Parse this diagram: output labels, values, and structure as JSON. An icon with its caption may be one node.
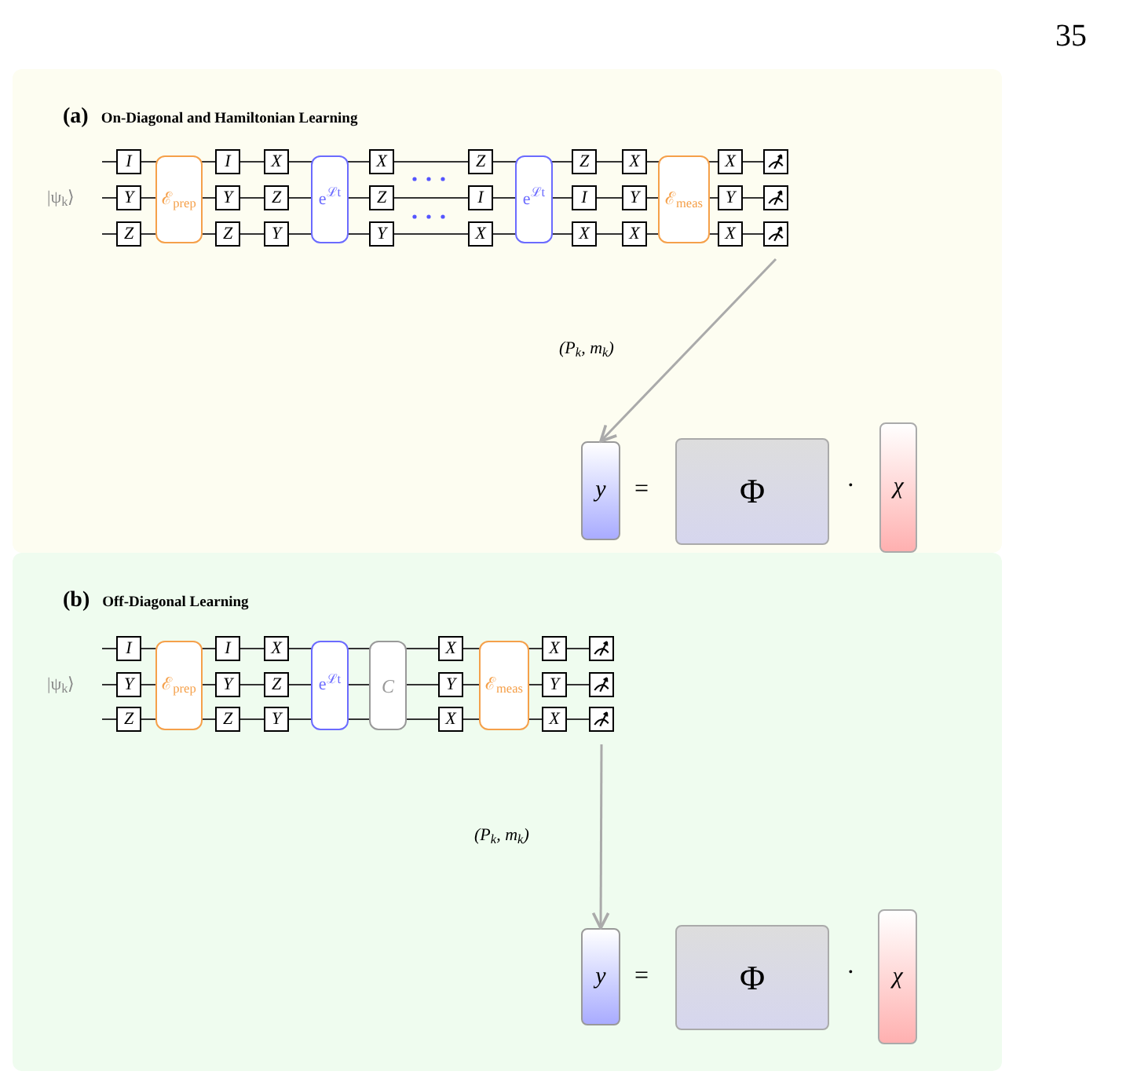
{
  "diagram": {
    "nodes": [
      {
        "text": [
          "(a)",
          "On-Diagonal and Hamiltonian Learning"
        ]
      },
      {
        "text": [
          "I"
        ],
        "in": 0
      },
      {
        "text": [
          "Y"
        ],
        "in": 0
      },
      {
        "text": [
          "Z"
        ],
        "in": 0
      },
      {
        "text": [
          "ℰ$_{prep}$"
        ],
        "in": 0
      },
      {
        "text": [
          "I"
        ],
        "in": 0
      },
      {
        "text": [
          "Y"
        ],
        "in": 0
      },
      {
        "text": [
          "Z"
        ],
        "in": 0
      },
      {
        "text": [
          "X"
        ],
        "in": 0
      },
      {
        "text": [
          "Z"
        ],
        "in": 0
      },
      {
        "text": [
          "Y"
        ],
        "in": 0
      },
      {
        "text": [
          "e$^{ℒt}$"
        ],
        "in": 0
      },
      {
        "text": [
          "X"
        ],
        "in": 0
      },
      {
        "text": [
          "Z"
        ],
        "in": 0
      },
      {
        "text": [
          "Y"
        ],
        "in": 0
      },
      {
        "text": [
          "Z"
        ],
        "in": 0
      },
      {
        "text": [
          "I"
        ],
        "in": 0
      },
      {
        "text": [
          "X"
        ],
        "in": 0
      },
      {
        "text": [
          "e$^{ℒt}$"
        ],
        "in": 0
      },
      {
        "text": [
          "Z"
        ],
        "in": 0
      },
      {
        "text": [
          "I"
        ],
        "in": 0
      },
      {
        "text": [
          "X"
        ],
        "in": 0
      },
      {
        "text": [
          "X"
        ],
        "in": 0
      },
      {
        "text": [
          "Y"
        ],
        "in": 0
      },
      {
        "text": [
          "X"
        ],
        "in": 0
      },
      {
        "text": [
          "ℰ$_{meas}$"
        ],
        "in": 0
      },
      {
        "text": [
          "X"
        ],
        "in": 0
      },
      {
        "text": [
          "Y"
        ],
        "in": 0
      },
      {
        "text": [
          "X"
        ],
        "in": 0
      },
      {
        "text": [],
        "shape": "meter",
        "in": 0
      },
      {
        "text": [],
        "shape": "meter",
        "in": 0
      },
      {
        "text": [],
        "shape": "meter",
        "in": 0
      },
      {
        "text": [
          "y"
        ],
        "in": 0
      },
      {
        "text": [
          "Φ"
        ],
        "in": 0
      },
      {
        "text": [
          "χ"
        ],
        "in": 0
      },
      {
        "text": [
          "(b)",
          "Off-Diagonal Learning"
        ]
      },
      {
        "text": [
          "I"
        ],
        "in": 35
      },
      {
        "text": [
          "Y"
        ],
        "in": 35
      },
      {
        "text": [
          "Z"
        ],
        "in": 35
      },
      {
        "text": [
          "ℰ$_{prep}$"
        ],
        "in": 35
      },
      {
        "text": [
          "I"
        ],
        "in": 35
      },
      {
        "text": [
          "Y"
        ],
        "in": 35
      },
      {
        "text": [
          "Z"
        ],
        "in": 35
      },
      {
        "text": [
          "X"
        ],
        "in": 35
      },
      {
        "text": [
          "Z"
        ],
        "in": 35
      },
      {
        "text": [
          "Y"
        ],
        "in": 35
      },
      {
        "text": [
          "e$^{ℒt}$"
        ],
        "in": 35
      },
      {
        "text": [
          "C"
        ],
        "in": 35
      },
      {
        "text": [
          "X"
        ],
        "in": 35
      },
      {
        "text": [
          "Y"
        ],
        "in": 35
      },
      {
        "text": [
          "X"
        ],
        "in": 35
      },
      {
        "text": [
          "ℰ$_{meas}$"
        ],
        "in": 35
      },
      {
        "text": [
          "X"
        ],
        "in": 35
      },
      {
        "text": [
          "Y"
        ],
        "in": 35
      },
      {
        "text": [
          "X"
        ],
        "in": 35
      },
      {
        "text": [],
        "shape": "meter",
        "in": 35
      },
      {
        "text": [],
        "shape": "meter",
        "in": 35
      },
      {
        "text": [],
        "shape": "meter",
        "in": 35
      },
      {
        "text": [
          "y"
        ],
        "in": 35
      },
      {
        "text": [
          "Φ"
        ],
        "in": 35
      },
      {
        "text": [
          "χ"
        ],
        "in": 35
      }
    ],
    "edges": [
      {
        "from": 31,
        "to": 32,
        "arrow": "to",
        "label": "(P$_{k}$, m$_{k}$)"
      },
      {
        "from": 57,
        "to": 58,
        "arrow": "to",
        "label": "(P$_{k}$, m$_{k}$)"
      }
    ],
    "labels": [
      "35",
      "|ψ$_{k}$⟩",
      "=",
      "·",
      "|ψ$_{k}$⟩",
      "=",
      "·"
    ]
  }
}
